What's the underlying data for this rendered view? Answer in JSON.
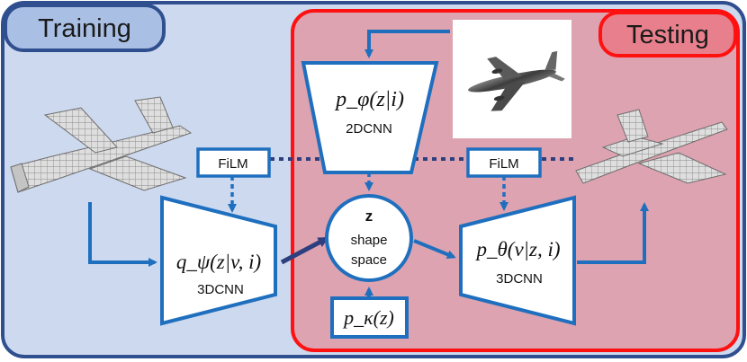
{
  "panels": {
    "training": {
      "label": "Training"
    },
    "testing": {
      "label": "Testing"
    }
  },
  "encoder_2d": {
    "math": "p_φ(z|i)",
    "net": "2DCNN"
  },
  "encoder_3d": {
    "math": "q_ψ(z|v, i)",
    "net": "3DCNN"
  },
  "decoder_3d": {
    "math": "p_θ(v|z, i)",
    "net": "3DCNN"
  },
  "latent": {
    "symbol": "z",
    "line1": "shape",
    "line2": "space"
  },
  "prior": {
    "math": "p_κ(z)"
  },
  "film_left": {
    "label": "FiLM"
  },
  "film_right": {
    "label": "FiLM"
  },
  "colors": {
    "training_bg": "#cdd9ee",
    "training_border": "#2f4f8f",
    "training_tab": "#a9bfe4",
    "testing_bg": "#dda3b0",
    "testing_border": "#ff1111",
    "testing_tab": "#e7808c",
    "accent": "#1f6fbf",
    "film_link": "#2d3f7e"
  }
}
